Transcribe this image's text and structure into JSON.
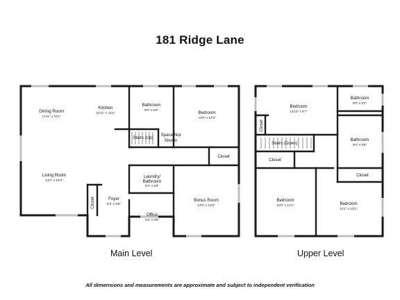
{
  "title": "181 Ridge Lane",
  "main_level": {
    "label": "Main Level",
    "rooms": {
      "dining": {
        "name": "Dining Room",
        "dim": "11'11\" x 11'2\""
      },
      "kitchen": {
        "name": "Kitchen",
        "dim": "10'11\" x 11'2\""
      },
      "bath": {
        "name": "Bathroom",
        "dim": "9'0\" x 9'0\""
      },
      "bedroom": {
        "name": "Bedroom",
        "dim": "13'9\" x 12'9\""
      },
      "stairs_up": {
        "name": "Stairs (Up)"
      },
      "space_line1": {
        "name": "Space Not"
      },
      "space_line2": {
        "name": "Shown"
      },
      "closet_a": {
        "name": "Closet"
      },
      "living": {
        "name": "Living Room",
        "dim": "14'0\" x 16'3\""
      },
      "laundry_line1": {
        "name": "Laundry/"
      },
      "laundry_line2": {
        "name": "Bathroom",
        "dim": "9'3\" x 6'9\""
      },
      "bonus": {
        "name": "Bonus Room",
        "dim": "13'6\" x 14'9\""
      },
      "closet_b": {
        "name": "Closet"
      },
      "foyer": {
        "name": "Foyer",
        "dim": "6'2\" x 6'5\""
      },
      "office": {
        "name": "Office",
        "dim": "9'3\" x 8'5\""
      }
    }
  },
  "upper_level": {
    "label": "Upper Level",
    "rooms": {
      "bedroom1": {
        "name": "Bedroom",
        "dim": "14'10\" x 8'7\""
      },
      "bath1": {
        "name": "Bathroom",
        "dim": "8'0\" x 5'0\""
      },
      "closet_v": {
        "name": "Closet"
      },
      "bath2": {
        "name": "Bathroom",
        "dim": "8'0\" x 9'8\""
      },
      "stairs_down": {
        "name": "Stairs (Down)"
      },
      "closet_l": {
        "name": "Closet"
      },
      "closet_r": {
        "name": "Closet"
      },
      "bedroom2": {
        "name": "Bedroom",
        "dim": "10'9\" x 12'1\""
      },
      "bedroom3": {
        "name": "Bedroom",
        "dim": "12'1\" x 12'1\""
      }
    }
  },
  "disclaimer": "All dimensions and measurements are approximate and subject to independent verification"
}
